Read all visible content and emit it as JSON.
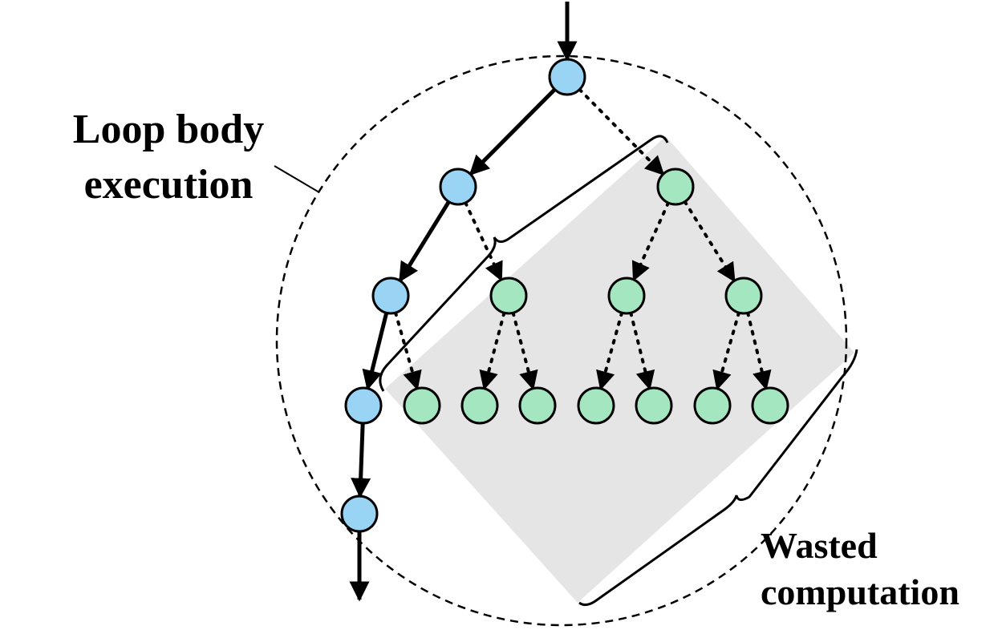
{
  "labels": {
    "loop_line1": "Loop body",
    "loop_line2": "execution",
    "wasted_line1": "Wasted",
    "wasted_line2": "computation"
  },
  "colors": {
    "executed_node": "#99d4f5",
    "speculative_node": "#a3e6bf",
    "wasted_region": "#e5e5e5",
    "stroke": "#000000"
  },
  "nodes": [
    {
      "id": "n0",
      "kind": "executed"
    },
    {
      "id": "n1",
      "kind": "executed"
    },
    {
      "id": "n2",
      "kind": "executed"
    },
    {
      "id": "n3",
      "kind": "executed"
    },
    {
      "id": "n4",
      "kind": "executed"
    },
    {
      "id": "s1",
      "kind": "speculative"
    },
    {
      "id": "s2",
      "kind": "speculative"
    },
    {
      "id": "s3",
      "kind": "speculative"
    },
    {
      "id": "s4",
      "kind": "speculative"
    },
    {
      "id": "s5",
      "kind": "speculative"
    },
    {
      "id": "s6",
      "kind": "speculative"
    },
    {
      "id": "s7",
      "kind": "speculative"
    },
    {
      "id": "s8",
      "kind": "speculative"
    },
    {
      "id": "s9",
      "kind": "speculative"
    },
    {
      "id": "s10",
      "kind": "speculative"
    },
    {
      "id": "s11",
      "kind": "speculative"
    },
    {
      "id": "s12",
      "kind": "speculative"
    },
    {
      "id": "s13",
      "kind": "speculative"
    },
    {
      "id": "s14",
      "kind": "speculative"
    },
    {
      "id": "s15",
      "kind": "speculative"
    }
  ],
  "edges": [
    {
      "from": "in",
      "to": "n0",
      "style": "solid"
    },
    {
      "from": "n0",
      "to": "n1",
      "style": "solid"
    },
    {
      "from": "n1",
      "to": "n2",
      "style": "solid"
    },
    {
      "from": "n2",
      "to": "n3",
      "style": "solid"
    },
    {
      "from": "n3",
      "to": "n4",
      "style": "solid"
    },
    {
      "from": "n4",
      "to": "out",
      "style": "solid"
    },
    {
      "from": "n0",
      "to": "s1",
      "style": "dotted"
    },
    {
      "from": "n1",
      "to": "s2",
      "style": "dotted"
    },
    {
      "from": "n2",
      "to": "s5",
      "style": "dotted"
    },
    {
      "from": "s1",
      "to": "s3",
      "style": "dotted"
    },
    {
      "from": "s1",
      "to": "s4",
      "style": "dotted"
    },
    {
      "from": "s2",
      "to": "s6",
      "style": "dotted"
    },
    {
      "from": "s2",
      "to": "s7",
      "style": "dotted"
    },
    {
      "from": "s3",
      "to": "s8",
      "style": "dotted"
    },
    {
      "from": "s3",
      "to": "s9",
      "style": "dotted"
    },
    {
      "from": "s4",
      "to": "s10",
      "style": "dotted"
    },
    {
      "from": "s4",
      "to": "s11",
      "style": "dotted"
    }
  ]
}
